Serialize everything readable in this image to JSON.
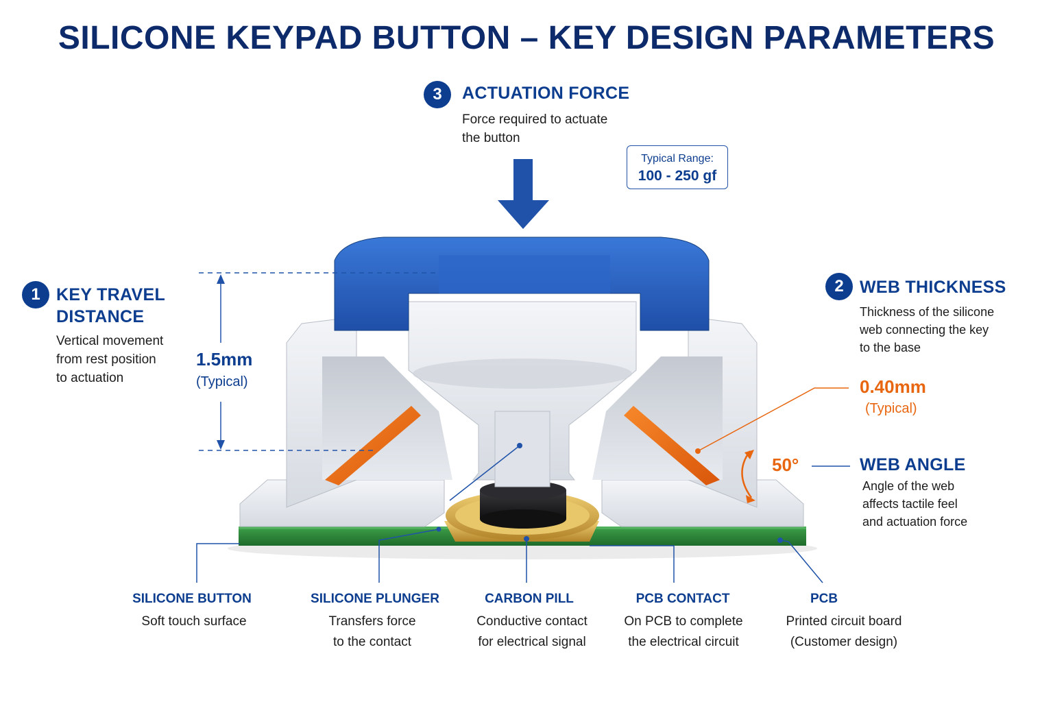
{
  "title": "SILICONE KEYPAD BUTTON – KEY DESIGN PARAMETERS",
  "colors": {
    "navy": "#0d2a6b",
    "accent_blue": "#0d3d8f",
    "keycap_blue": "#2a62c4",
    "silicone_gray": "#e3e6ec",
    "web_orange": "#e8660f",
    "pcb_green": "#2f8a3a",
    "contact_gold": "#d9a93a",
    "carbon_black": "#1c1c1e"
  },
  "parameters": {
    "key_travel": {
      "number": "1",
      "heading_line1": "KEY TRAVEL",
      "heading_line2": "DISTANCE",
      "description_lines": [
        "Vertical movement",
        "from rest position",
        "to actuation"
      ],
      "value": "1.5mm",
      "value_note": "(Typical)"
    },
    "web_thickness": {
      "number": "2",
      "heading": "WEB THICKNESS",
      "description_lines": [
        "Thickness of the silicone",
        "web connecting the key",
        "to the base"
      ],
      "value": "0.40mm",
      "value_note": "(Typical)"
    },
    "actuation_force": {
      "number": "3",
      "heading": "ACTUATION FORCE",
      "description_lines": [
        "Force required to actuate",
        "the button"
      ],
      "range_label": "Typical Range:",
      "range_value": "100 - 250 gf"
    },
    "web_angle": {
      "heading": "WEB ANGLE",
      "value": "50°",
      "description_lines": [
        "Angle of the web",
        "affects tactile feel",
        "and actuation force"
      ]
    }
  },
  "parts": [
    {
      "name": "SILICONE BUTTON",
      "description_lines": [
        "Soft touch surface"
      ]
    },
    {
      "name": "SILICONE PLUNGER",
      "description_lines": [
        "Transfers force",
        "to the contact"
      ]
    },
    {
      "name": "CARBON PILL",
      "description_lines": [
        "Conductive contact",
        "for electrical signal"
      ]
    },
    {
      "name": "PCB CONTACT",
      "description_lines": [
        "On PCB to complete",
        "the electrical circuit"
      ]
    },
    {
      "name": "PCB",
      "description_lines": [
        "Printed circuit board",
        "(Customer design)"
      ]
    }
  ]
}
